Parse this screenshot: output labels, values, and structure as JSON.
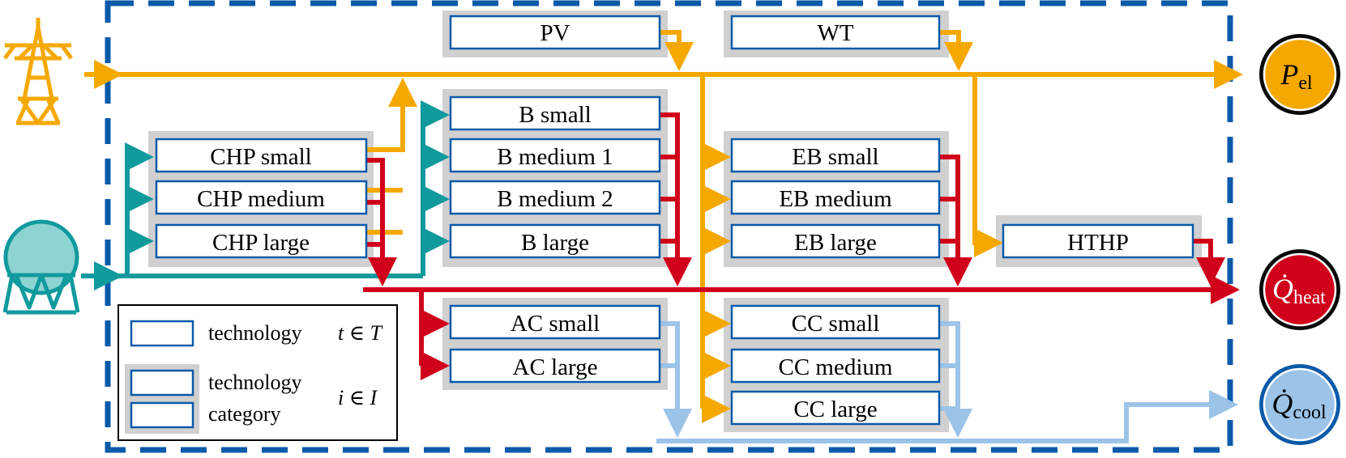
{
  "colors": {
    "electricity": "#F5A800",
    "gas": "#119A9E",
    "heat": "#D0021B",
    "cooling": "#9CC3E8",
    "boundary": "#0B5AA9",
    "group_fill": "#D0D0D0",
    "box_border": "#0B5AA9"
  },
  "icons": {
    "grid": "power-pylon-icon",
    "gas": "gas-tank-icon"
  },
  "technologies": {
    "pv": "PV",
    "wt": "WT",
    "chp_small": "CHP small",
    "chp_medium": "CHP medium",
    "chp_large": "CHP large",
    "b_small": "B small",
    "b_medium_1": "B medium 1",
    "b_medium_2": "B medium 2",
    "b_large": "B large",
    "eb_small": "EB small",
    "eb_medium": "EB medium",
    "eb_large": "EB large",
    "hthp": "HTHP",
    "ac_small": "AC small",
    "ac_large": "AC large",
    "cc_small": "CC small",
    "cc_medium": "CC medium",
    "cc_large": "CC large"
  },
  "outputs": {
    "electricity": {
      "symbol": "P",
      "sub": "el"
    },
    "heat": {
      "symbol": "Q̇",
      "sub": "heat"
    },
    "cooling": {
      "symbol": "Q̇",
      "sub": "cool"
    }
  },
  "legend": {
    "technology": "technology",
    "technology_set": "t ∈ T",
    "category_line1": "technology",
    "category_line2": "category",
    "category_set": "i ∈ I"
  }
}
